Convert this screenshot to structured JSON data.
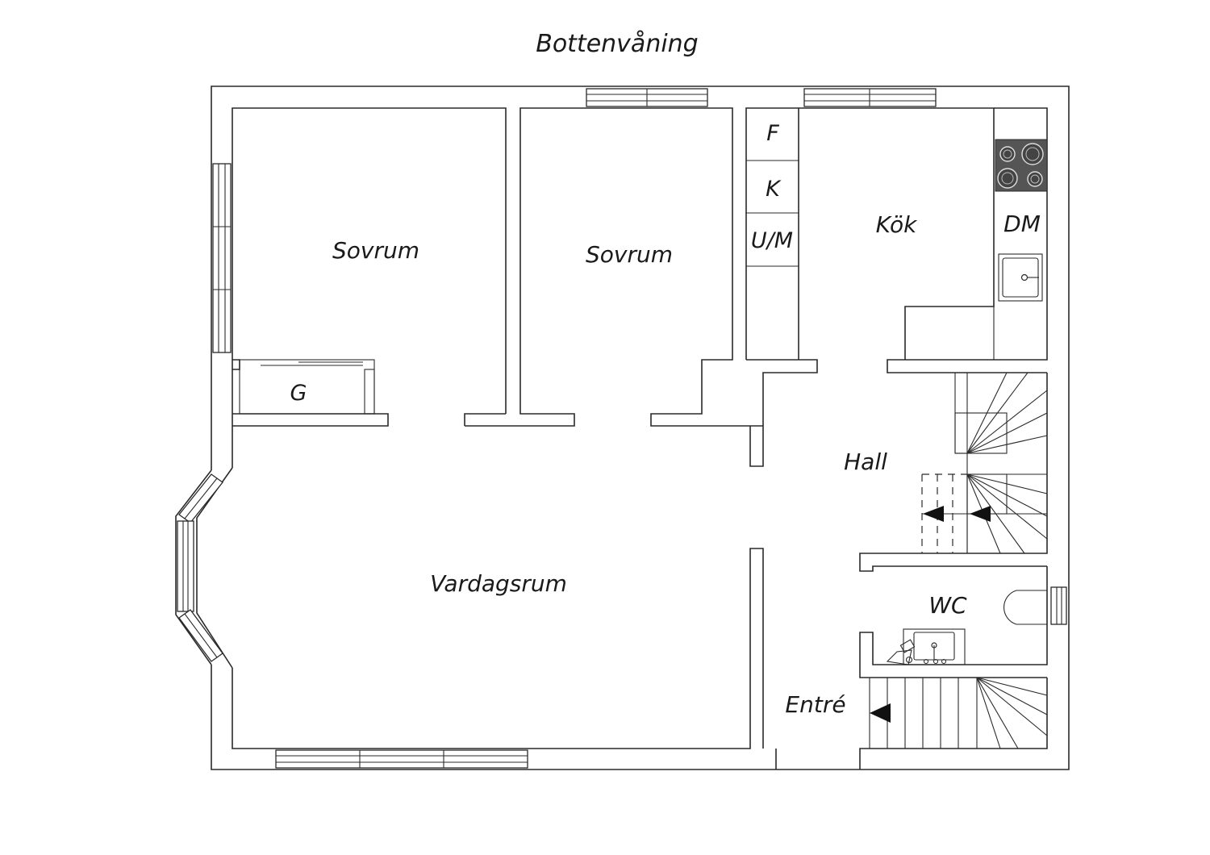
{
  "title": "Bottenvåning",
  "rooms": {
    "sovrum_1": "Sovrum",
    "sovrum_2": "Sovrum",
    "kok": "Kök",
    "hall": "Hall",
    "vardagsrum": "Vardagsrum",
    "wc": "WC",
    "entre": "Entré",
    "garderob": "G",
    "dm": "DM",
    "f": "F",
    "k": "K",
    "um": "U/M"
  },
  "colors": {
    "line": "#2a2a2a",
    "stove": "#555555",
    "background": "#ffffff"
  }
}
